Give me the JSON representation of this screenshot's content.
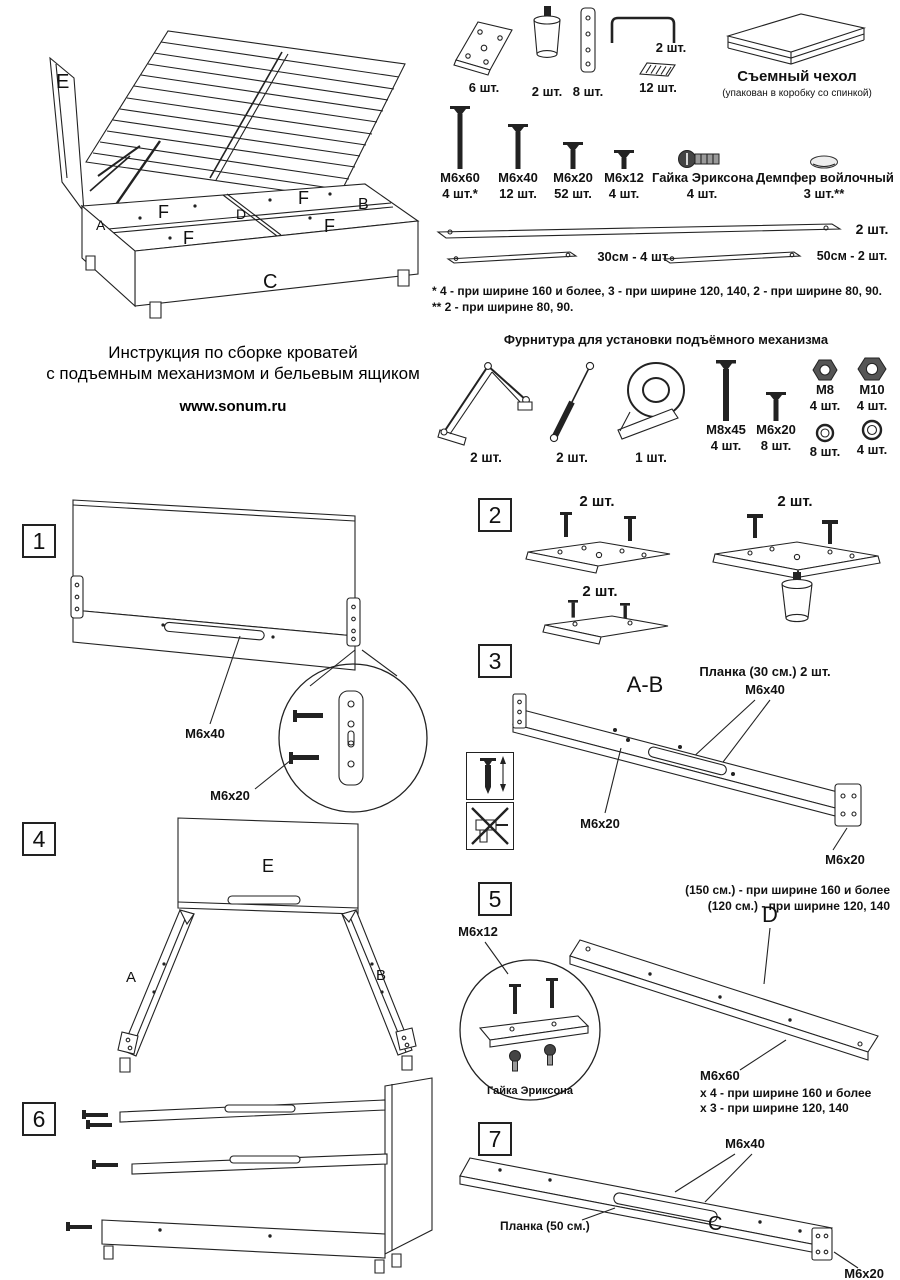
{
  "header": {
    "title_line1": "Инструкция по сборке кроватей",
    "title_line2": "с подъемным механизмом и бельевым ящиком",
    "website": "www.sonum.ru"
  },
  "overview": {
    "label_e": "E",
    "label_f1": "F",
    "label_f2": "F",
    "label_f3": "F",
    "label_f4": "F",
    "label_a": "А",
    "label_b": "В",
    "label_c": "С",
    "label_d": "D"
  },
  "parts": {
    "bracket_qty": "6 шт.",
    "leg_qty": "2 шт.",
    "plate_qty": "8 шт.",
    "handle_qty": "2 шт.",
    "strip_qty": "12 шт.",
    "cover_name": "Съемный чехол",
    "cover_note": "(упакован в коробку со спинкой)",
    "screw1_name": "М6х60",
    "screw1_qty": "4 шт.*",
    "screw2_name": "М6х40",
    "screw2_qty": "12 шт.",
    "screw3_name": "М6х20",
    "screw3_qty": "52 шт.",
    "screw4_name": "М6х12",
    "screw4_qty": "4 шт.",
    "nut_name": "Гайка Эриксона",
    "nut_qty": "4 шт.",
    "damper_name": "Демпфер войлочный",
    "damper_qty": "3 шт.**",
    "long_rail_qty": "2 шт.",
    "rail30_label": "30см - 4 шт.",
    "rail50_label": "50см - 2 шт.",
    "footnote1": "* 4 - при ширине 160 и более, 3 - при ширине 120, 140, 2 - при ширине 80, 90.",
    "footnote2": "** 2 - при ширине 80, 90."
  },
  "lift": {
    "title": "Фурнитура для установки подъёмного механизма",
    "mechanism_qty": "2 шт.",
    "strut_qty": "2 шт.",
    "strap_qty": "1 шт.",
    "bolt1_name": "М8х45",
    "bolt1_qty": "4 шт.",
    "bolt2_name": "М6х20",
    "bolt2_qty": "8 шт.",
    "nut1_name": "М8",
    "nut1_qty": "4 шт.",
    "nut2_name": "М10",
    "nut2_qty": "4 шт.",
    "washer1_qty": "8 шт.",
    "washer2_qty": "4 шт."
  },
  "step1": {
    "num": "1",
    "label_m6x40": "М6х40",
    "label_m6x20": "М6х20"
  },
  "step2": {
    "num": "2",
    "qty_left_top": "2 шт.",
    "qty_left_bottom": "2 шт.",
    "qty_right": "2 шт."
  },
  "step3": {
    "num": "3",
    "title": "А-В",
    "planka": "Планка (30 см.)  2 шт.",
    "label_m6x40": "М6х40",
    "label_m6x20_left": "М6х20",
    "label_m6x20_right": "М6х20"
  },
  "step4": {
    "num": "4",
    "label_e": "E",
    "label_a": "А",
    "label_b": "В"
  },
  "step5": {
    "num": "5",
    "note1": "(150 см.) - при ширине 160 и более",
    "note2": "(120 см.) - при ширине 120, 140",
    "label_d": "D",
    "label_m6x12": "М6х12",
    "label_nut": "Гайка Эриксона",
    "label_m6x60": "М6х60",
    "m6x60_note1": "х 4 - при ширине 160 и более",
    "m6x60_note2": "х 3 - при ширине 120, 140"
  },
  "step6": {
    "num": "6"
  },
  "step7": {
    "num": "7",
    "label_m6x40": "М6х40",
    "planka": "Планка (50 см.)",
    "label_c": "С",
    "label_m6x20": "М6х20"
  }
}
